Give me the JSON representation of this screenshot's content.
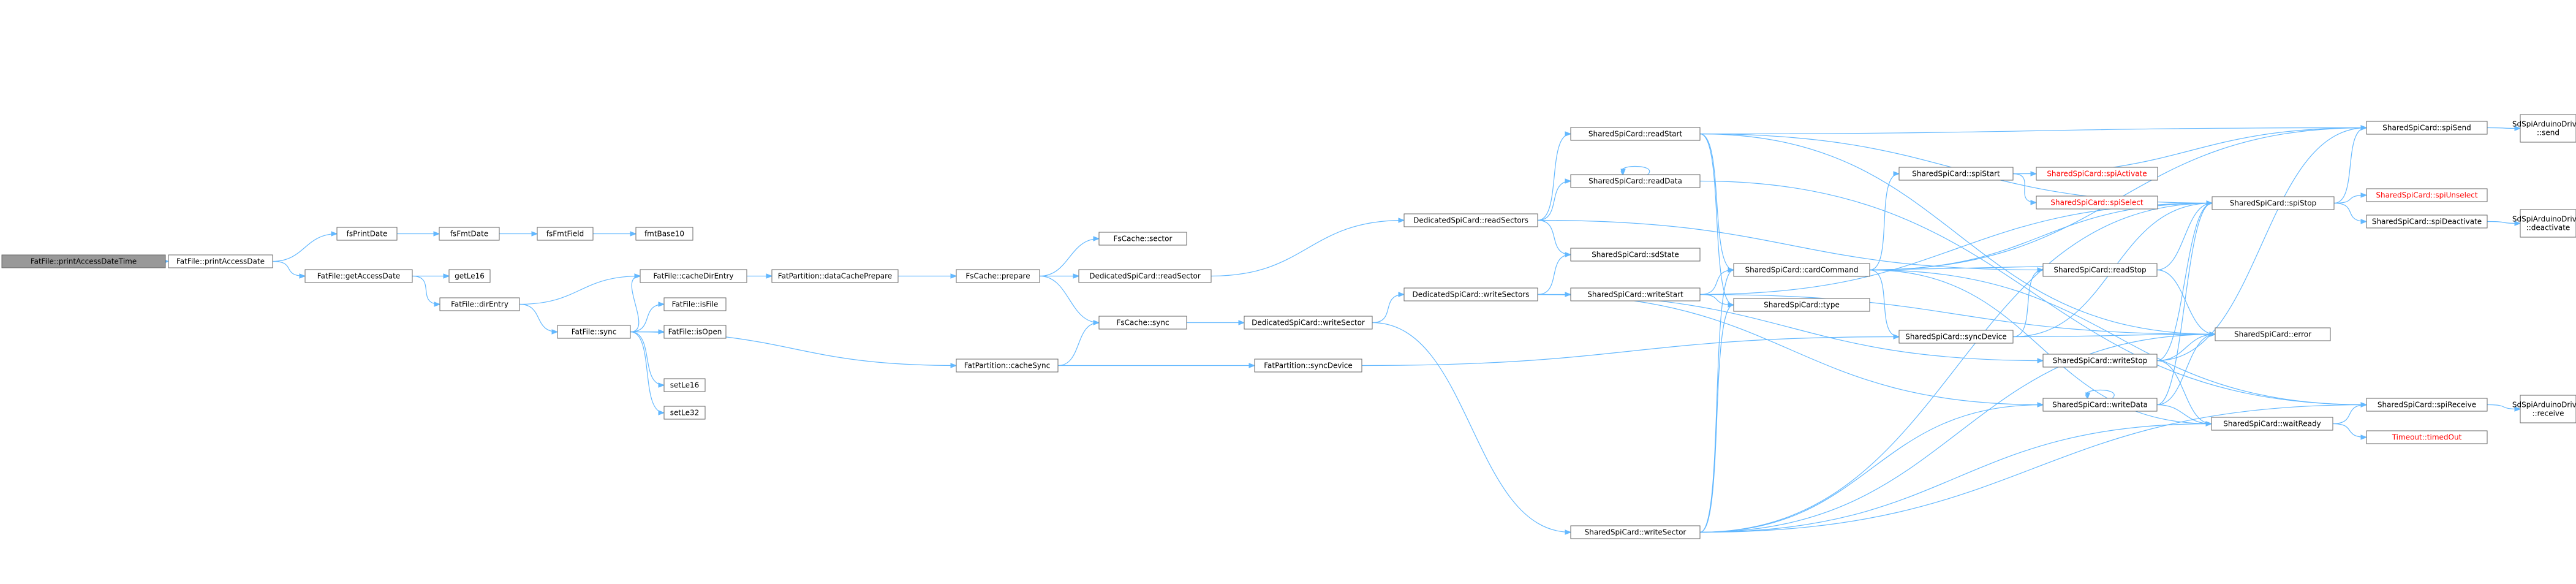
{
  "colors": {
    "edge": "#63b8ff",
    "node_fill": "#ffffff",
    "node_border": "#666666",
    "node_text": "#000000",
    "root_fill": "#999999",
    "truncated_border": "#ff0000",
    "truncated_text": "#ff0000"
  },
  "nodes": [
    {
      "id": "n0",
      "label": "FatFile::printAccessDateTime",
      "kind": "root"
    },
    {
      "id": "n1",
      "label": "FatFile::printAccessDate",
      "kind": "normal"
    },
    {
      "id": "n2",
      "label": "fsPrintDate",
      "kind": "normal"
    },
    {
      "id": "n3",
      "label": "fsFmtDate",
      "kind": "normal"
    },
    {
      "id": "n4",
      "label": "fsFmtField",
      "kind": "normal"
    },
    {
      "id": "n5",
      "label": "fmtBase10",
      "kind": "normal"
    },
    {
      "id": "n6",
      "label": "FatFile::getAccessDate",
      "kind": "normal"
    },
    {
      "id": "n7",
      "label": "getLe16",
      "kind": "normal"
    },
    {
      "id": "n8",
      "label": "FatFile::dirEntry",
      "kind": "normal"
    },
    {
      "id": "n9",
      "label": "FatFile::cacheDirEntry",
      "kind": "normal"
    },
    {
      "id": "n10",
      "label": "FatFile::sync",
      "kind": "normal"
    },
    {
      "id": "n11",
      "label": "FatFile::isFile",
      "kind": "normal"
    },
    {
      "id": "n12",
      "label": "FatFile::isOpen",
      "kind": "normal"
    },
    {
      "id": "n13",
      "label": "setLe16",
      "kind": "normal"
    },
    {
      "id": "n14",
      "label": "setLe32",
      "kind": "normal"
    },
    {
      "id": "n15",
      "label": "FatPartition::dataCachePrepare",
      "kind": "normal"
    },
    {
      "id": "n16",
      "label": "FsCache::prepare",
      "kind": "normal"
    },
    {
      "id": "n17",
      "label": "FsCache::sector",
      "kind": "normal"
    },
    {
      "id": "n18",
      "label": "DedicatedSpiCard::readSector",
      "kind": "normal"
    },
    {
      "id": "n19",
      "label": "FsCache::sync",
      "kind": "normal"
    },
    {
      "id": "n20",
      "label": "FatPartition::cacheSync",
      "kind": "normal"
    },
    {
      "id": "n21",
      "label": "FatPartition::syncDevice",
      "kind": "normal"
    },
    {
      "id": "n22",
      "label": "DedicatedSpiCard::writeSector",
      "kind": "normal"
    },
    {
      "id": "n23",
      "label": "DedicatedSpiCard::readSectors",
      "kind": "normal"
    },
    {
      "id": "n24",
      "label": "DedicatedSpiCard::writeSectors",
      "kind": "normal"
    },
    {
      "id": "n25",
      "label": "SharedSpiCard::readStart",
      "kind": "normal"
    },
    {
      "id": "n26",
      "label": "SharedSpiCard::readData",
      "kind": "normal"
    },
    {
      "id": "n27",
      "label": "SharedSpiCard::sdState",
      "kind": "normal"
    },
    {
      "id": "n28",
      "label": "SharedSpiCard::writeStart",
      "kind": "normal"
    },
    {
      "id": "n29",
      "label": "SharedSpiCard::writeSector",
      "kind": "normal"
    },
    {
      "id": "n30",
      "label": "SharedSpiCard::cardCommand",
      "kind": "normal"
    },
    {
      "id": "n31",
      "label": "SharedSpiCard::type",
      "kind": "normal"
    },
    {
      "id": "n32",
      "label": "SharedSpiCard::spiStart",
      "kind": "normal"
    },
    {
      "id": "n33",
      "label": "SharedSpiCard::syncDevice",
      "kind": "normal"
    },
    {
      "id": "n34",
      "label": "SharedSpiCard::spiActivate",
      "kind": "truncated"
    },
    {
      "id": "n35",
      "label": "SharedSpiCard::spiSelect",
      "kind": "truncated"
    },
    {
      "id": "n36",
      "label": "SharedSpiCard::readStop",
      "kind": "normal"
    },
    {
      "id": "n37",
      "label": "SharedSpiCard::writeStop",
      "kind": "normal"
    },
    {
      "id": "n38",
      "label": "SharedSpiCard::writeData",
      "kind": "normal"
    },
    {
      "id": "n39",
      "label": "SharedSpiCard::spiStop",
      "kind": "normal"
    },
    {
      "id": "n40",
      "label": "SharedSpiCard::error",
      "kind": "normal"
    },
    {
      "id": "n41",
      "label": "SharedSpiCard::waitReady",
      "kind": "normal"
    },
    {
      "id": "n42",
      "label": "SharedSpiCard::spiSend",
      "kind": "normal"
    },
    {
      "id": "n43",
      "label": "SharedSpiCard::spiUnselect",
      "kind": "truncated"
    },
    {
      "id": "n44",
      "label": "SharedSpiCard::spiDeactivate",
      "kind": "normal"
    },
    {
      "id": "n45",
      "label": "SharedSpiCard::spiReceive",
      "kind": "normal"
    },
    {
      "id": "n46",
      "label": "Timeout::timedOut",
      "kind": "truncated"
    },
    {
      "id": "n47",
      "label": [
        "SdSpiArduinoDriver",
        "::send"
      ],
      "kind": "normal"
    },
    {
      "id": "n48",
      "label": [
        "SdSpiArduinoDriver",
        "::deactivate"
      ],
      "kind": "normal"
    },
    {
      "id": "n49",
      "label": [
        "SdSpiArduinoDriver",
        "::receive"
      ],
      "kind": "normal"
    }
  ],
  "edges": [
    [
      "n0",
      "n1"
    ],
    [
      "n1",
      "n2"
    ],
    [
      "n1",
      "n6"
    ],
    [
      "n2",
      "n3"
    ],
    [
      "n3",
      "n4"
    ],
    [
      "n4",
      "n5"
    ],
    [
      "n6",
      "n7"
    ],
    [
      "n6",
      "n8"
    ],
    [
      "n8",
      "n9"
    ],
    [
      "n8",
      "n10"
    ],
    [
      "n9",
      "n15"
    ],
    [
      "n10",
      "n9"
    ],
    [
      "n10",
      "n11"
    ],
    [
      "n10",
      "n12"
    ],
    [
      "n10",
      "n13"
    ],
    [
      "n10",
      "n14"
    ],
    [
      "n10",
      "n20"
    ],
    [
      "n15",
      "n16"
    ],
    [
      "n16",
      "n17"
    ],
    [
      "n16",
      "n18"
    ],
    [
      "n16",
      "n19"
    ],
    [
      "n18",
      "n23"
    ],
    [
      "n19",
      "n22"
    ],
    [
      "n20",
      "n19"
    ],
    [
      "n20",
      "n21"
    ],
    [
      "n21",
      "n33"
    ],
    [
      "n22",
      "n24"
    ],
    [
      "n22",
      "n29"
    ],
    [
      "n23",
      "n25"
    ],
    [
      "n23",
      "n26"
    ],
    [
      "n23",
      "n27"
    ],
    [
      "n23",
      "n36"
    ],
    [
      "n24",
      "n27"
    ],
    [
      "n24",
      "n28"
    ],
    [
      "n24",
      "n37"
    ],
    [
      "n24",
      "n38"
    ],
    [
      "n25",
      "n30"
    ],
    [
      "n25",
      "n39"
    ],
    [
      "n25",
      "n40"
    ],
    [
      "n25",
      "n31"
    ],
    [
      "n25",
      "n42"
    ],
    [
      "n26",
      "n26"
    ],
    [
      "n26",
      "n45"
    ],
    [
      "n28",
      "n30"
    ],
    [
      "n28",
      "n31"
    ],
    [
      "n28",
      "n40"
    ],
    [
      "n28",
      "n39"
    ],
    [
      "n29",
      "n30"
    ],
    [
      "n29",
      "n31"
    ],
    [
      "n29",
      "n38"
    ],
    [
      "n29",
      "n41"
    ],
    [
      "n29",
      "n40"
    ],
    [
      "n29",
      "n39"
    ],
    [
      "n29",
      "n45"
    ],
    [
      "n30",
      "n32"
    ],
    [
      "n30",
      "n33"
    ],
    [
      "n30",
      "n42"
    ],
    [
      "n30",
      "n45"
    ],
    [
      "n30",
      "n41"
    ],
    [
      "n30",
      "n39"
    ],
    [
      "n32",
      "n34"
    ],
    [
      "n32",
      "n35"
    ],
    [
      "n32",
      "n42"
    ],
    [
      "n33",
      "n36"
    ],
    [
      "n33",
      "n39"
    ],
    [
      "n33",
      "n40"
    ],
    [
      "n36",
      "n30"
    ],
    [
      "n36",
      "n39"
    ],
    [
      "n36",
      "n40"
    ],
    [
      "n37",
      "n41"
    ],
    [
      "n37",
      "n40"
    ],
    [
      "n37",
      "n39"
    ],
    [
      "n37",
      "n42"
    ],
    [
      "n38",
      "n38"
    ],
    [
      "n38",
      "n40"
    ],
    [
      "n38",
      "n41"
    ],
    [
      "n38",
      "n39"
    ],
    [
      "n39",
      "n42"
    ],
    [
      "n39",
      "n43"
    ],
    [
      "n39",
      "n44"
    ],
    [
      "n41",
      "n45"
    ],
    [
      "n41",
      "n46"
    ],
    [
      "n42",
      "n47"
    ],
    [
      "n44",
      "n48"
    ],
    [
      "n45",
      "n49"
    ]
  ]
}
